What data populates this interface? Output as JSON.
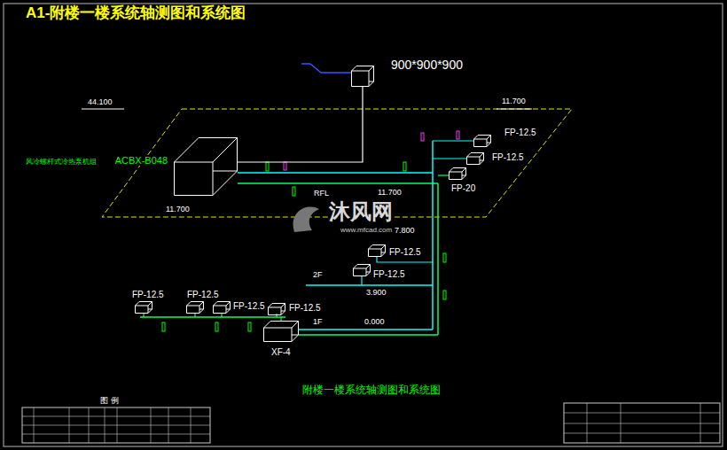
{
  "diagram": {
    "title": "A1-附楼一楼系统轴测图和系统图",
    "caption": "附楼一楼系统轴测图和系统图",
    "nodes": [
      {
        "text": [
          "900*900*900"
        ]
      },
      {
        "text": [
          "风冷螺杆式冷热泵机组",
          "ACBX-B048"
        ]
      },
      {
        "text": [
          "FP-12.5"
        ]
      },
      {
        "text": [
          "FP-12.5"
        ]
      },
      {
        "text": [
          "FP-20"
        ]
      },
      {
        "text": [
          "FP-12.5"
        ]
      },
      {
        "text": [
          "FP-12.5"
        ]
      },
      {
        "text": [
          "FP-12.5"
        ]
      },
      {
        "text": [
          "FP-12.5"
        ]
      },
      {
        "text": [
          "FP-12.5"
        ]
      },
      {
        "text": [
          "FP-12.5"
        ]
      },
      {
        "text": [
          "XF-4"
        ]
      }
    ],
    "edges": [
      {
        "from": 0,
        "to": 1,
        "arrow": "none"
      }
    ],
    "labels": [
      "44.100",
      "11.700",
      "11.700",
      "RFL",
      "11.700",
      "7.800",
      "2F",
      "3.900",
      "1F",
      "0.000",
      "沐风网",
      "www.mfcad.com",
      "图 例"
    ]
  }
}
